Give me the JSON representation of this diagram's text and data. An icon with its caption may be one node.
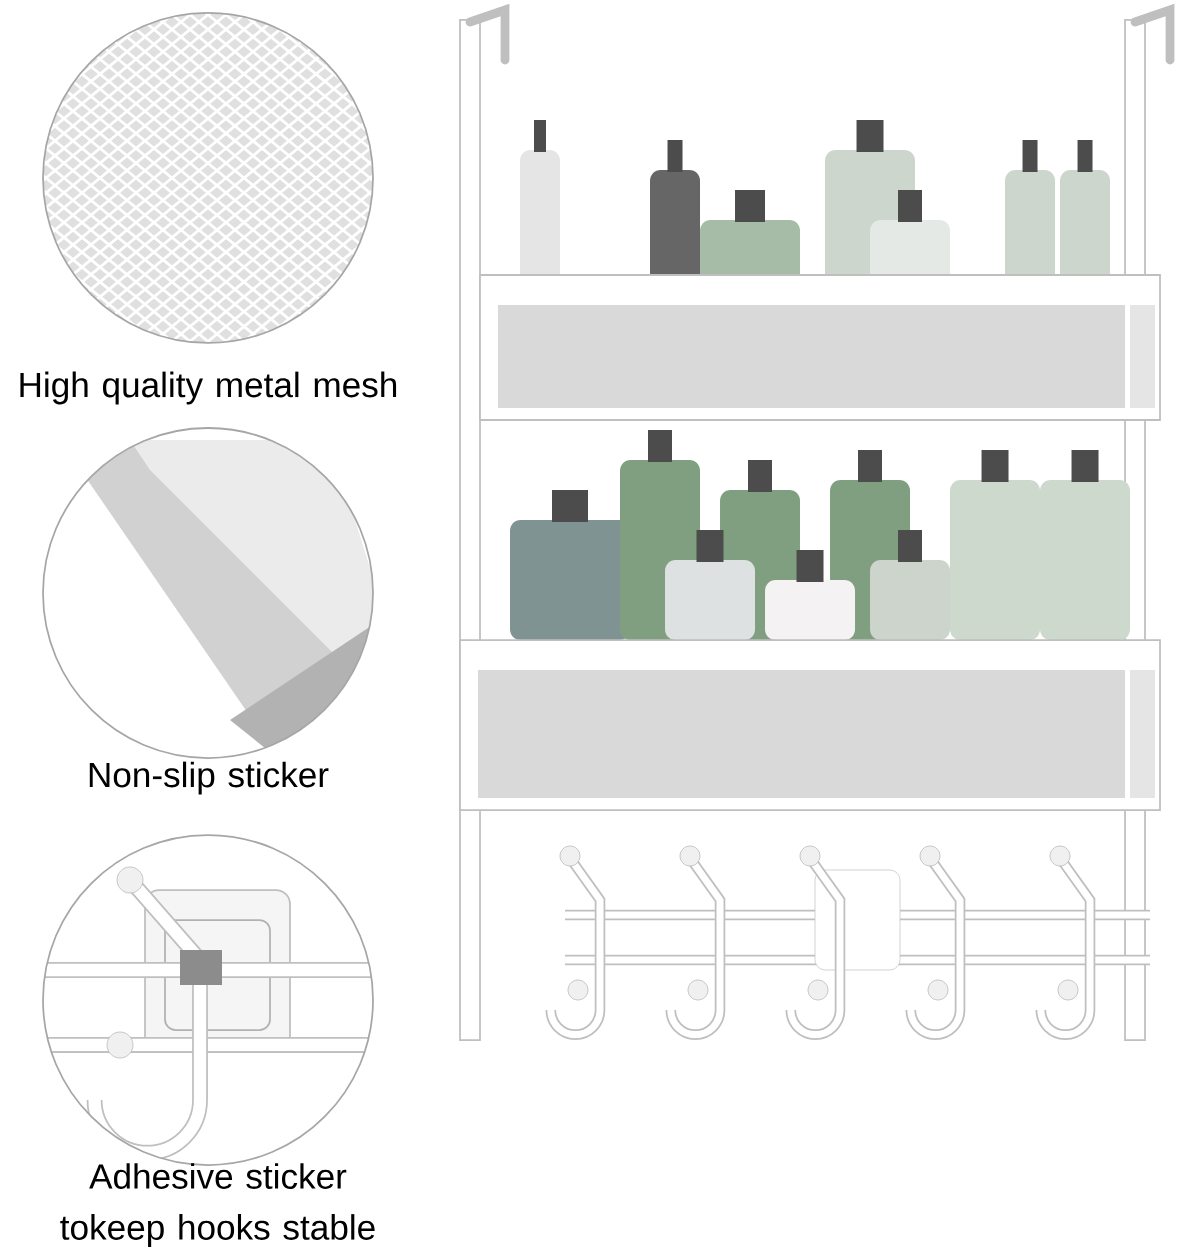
{
  "diagram": {
    "labels": [
      "High quality metal mesh",
      "Non-slip sticker",
      "Adhesive sticker tokeep hooks stable"
    ]
  }
}
